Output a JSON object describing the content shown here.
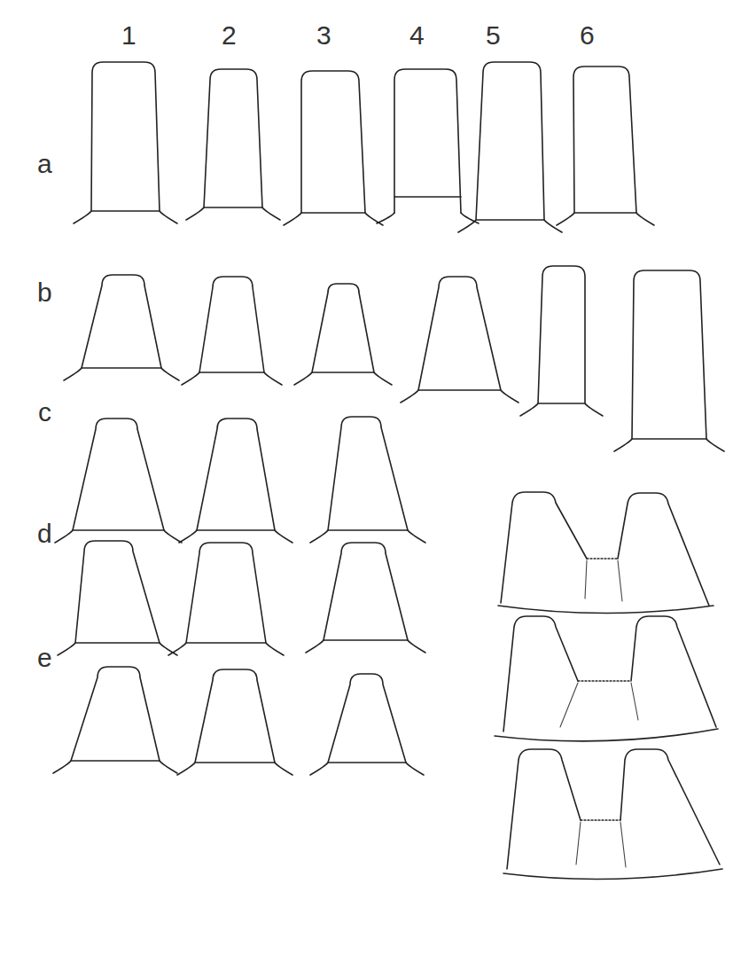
{
  "diagram": {
    "labels": [
      "1",
      "2",
      "3",
      "4",
      "5",
      "6",
      "a",
      "b",
      "c",
      "d",
      "e"
    ]
  }
}
